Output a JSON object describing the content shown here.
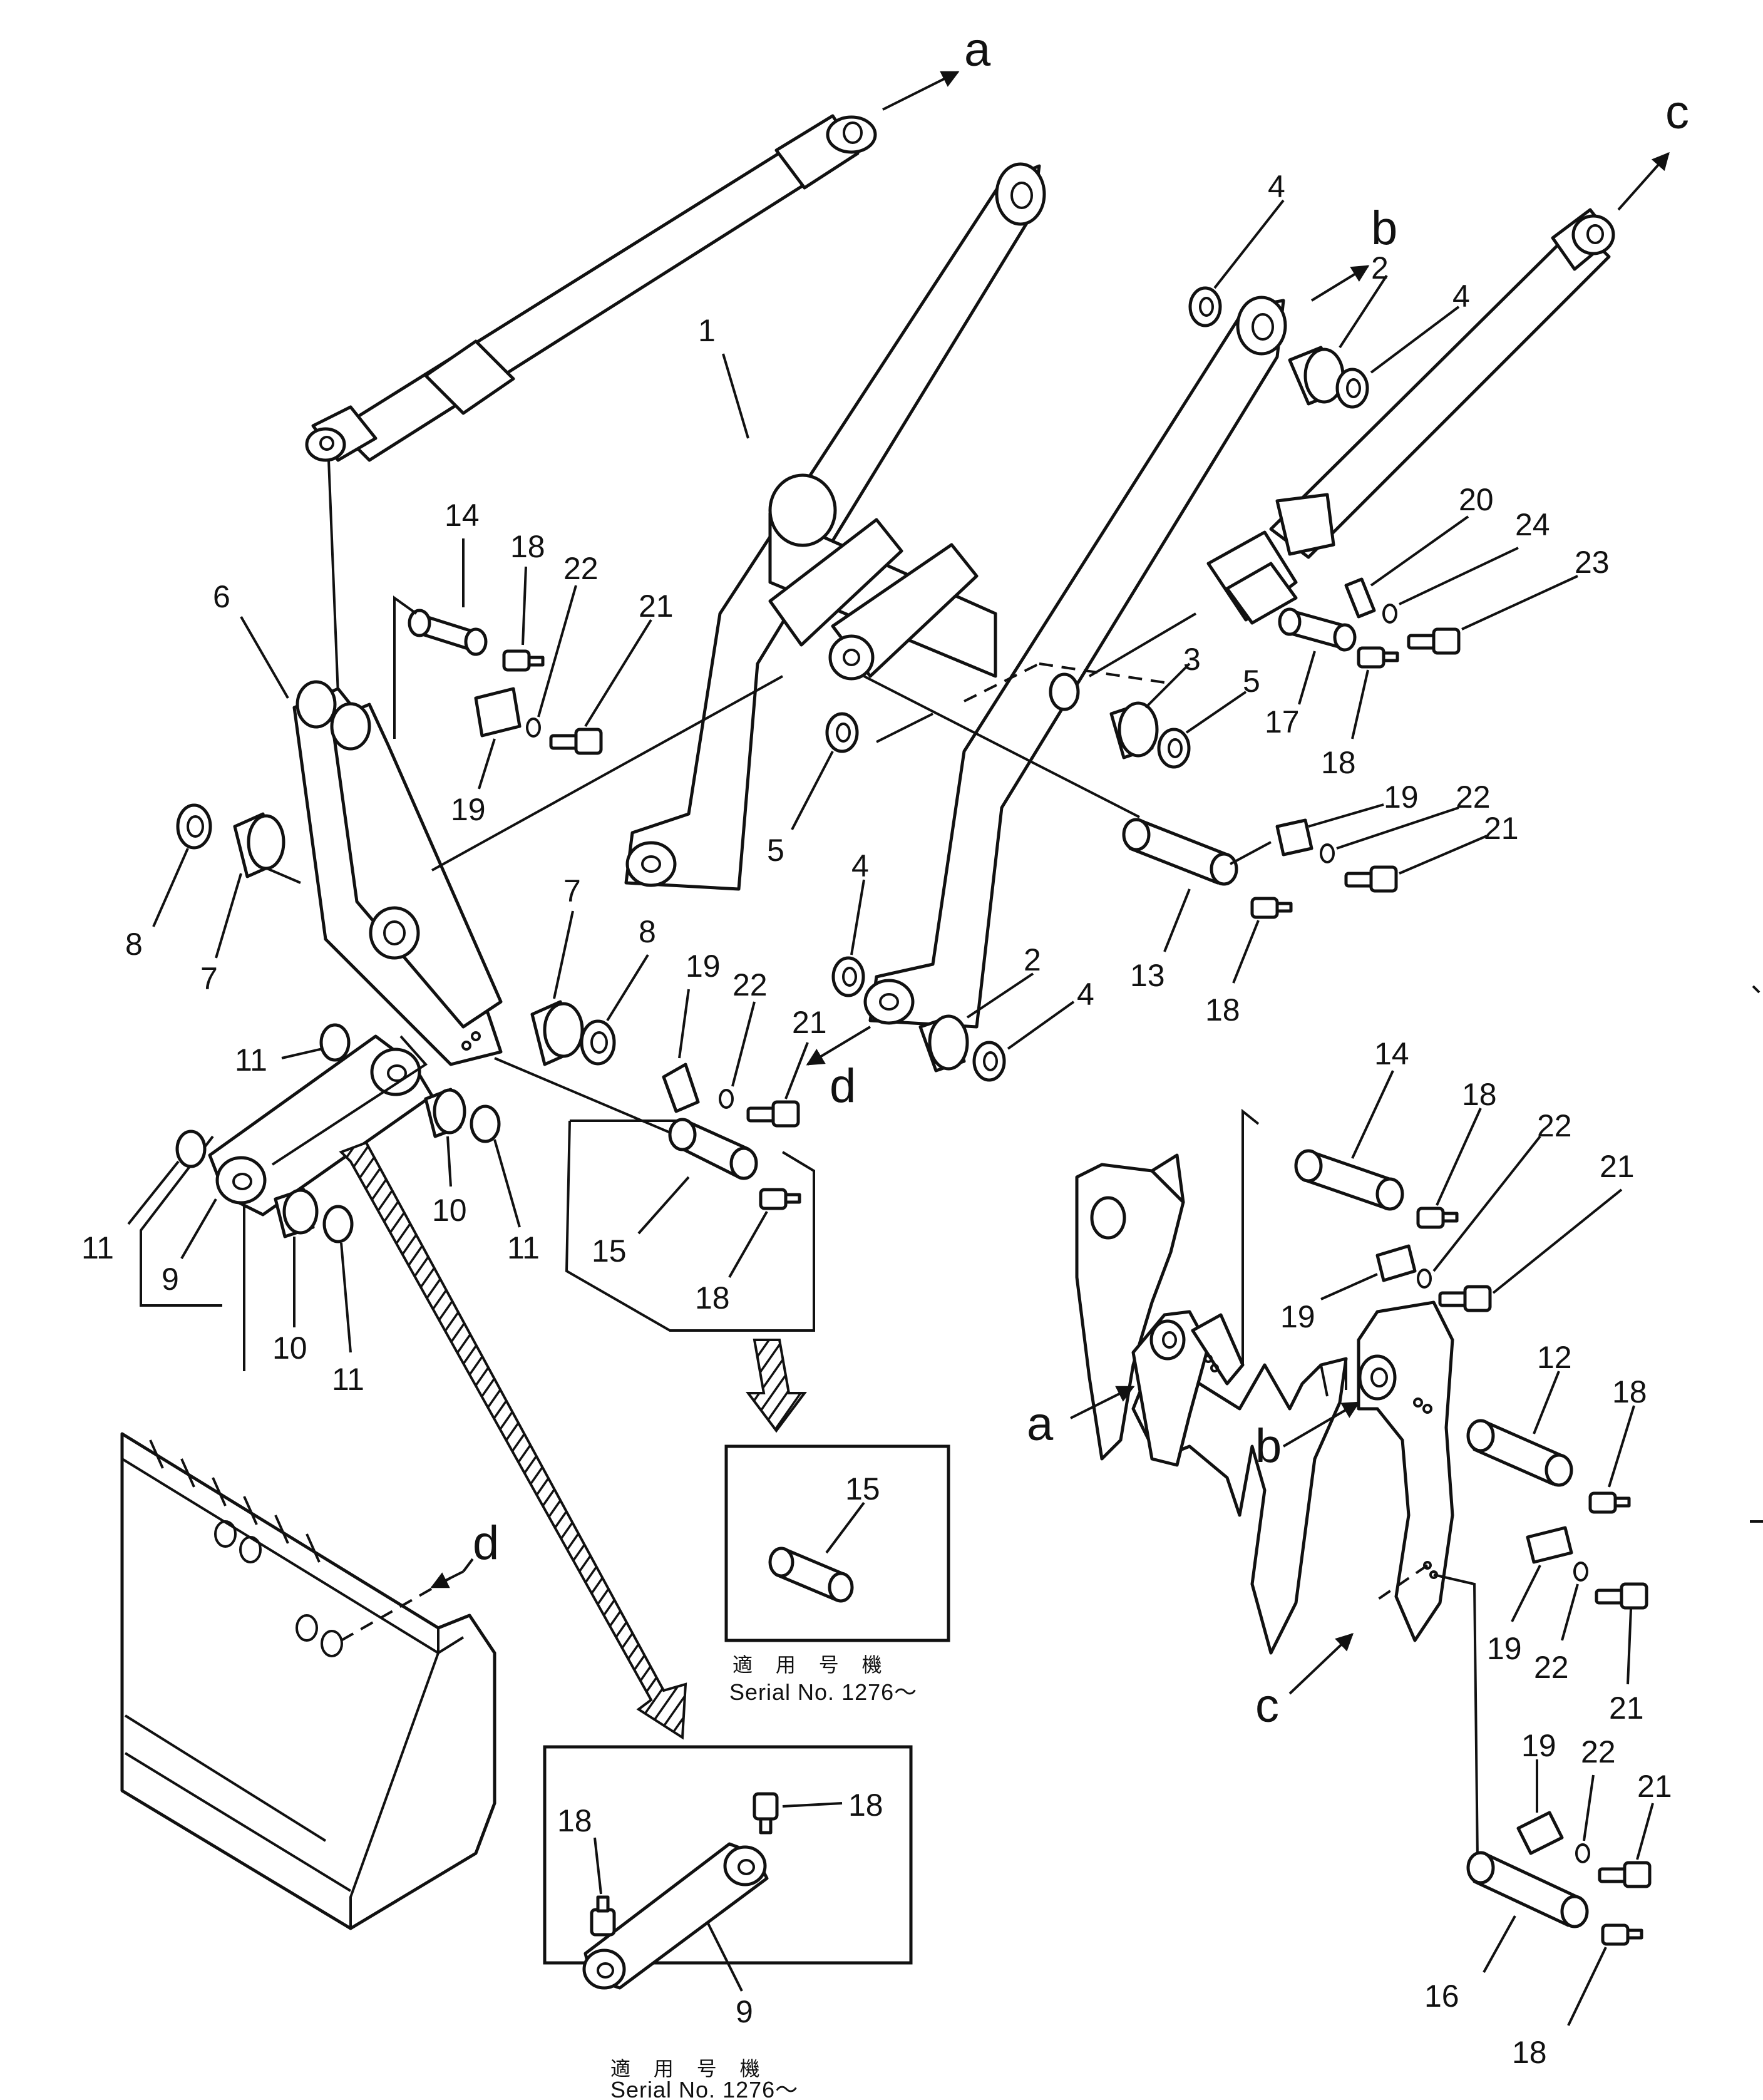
{
  "reference_letters": {
    "a": "a",
    "b": "b",
    "c": "c",
    "d": "d"
  },
  "callouts": {
    "1": "1",
    "2": "2",
    "3": "3",
    "4": "4",
    "5": "5",
    "6": "6",
    "7": "7",
    "8": "8",
    "9": "9",
    "10": "10",
    "11": "11",
    "12": "12",
    "13": "13",
    "14": "14",
    "15": "15",
    "16": "16",
    "17": "17",
    "18": "18",
    "19": "19",
    "20": "20",
    "21": "21",
    "22": "22",
    "23": "23",
    "24": "24"
  },
  "insets": [
    {
      "applicable_label": "適 用 号 機",
      "serial_label": "Serial No. 1276～",
      "parts": [
        "15"
      ]
    },
    {
      "applicable_label": "適 用 号 機",
      "serial_label": "Serial No. 1276～",
      "parts": [
        "18",
        "18",
        "9"
      ]
    }
  ],
  "icons": [
    "arrow-icon",
    "hatched-arrow-icon"
  ]
}
